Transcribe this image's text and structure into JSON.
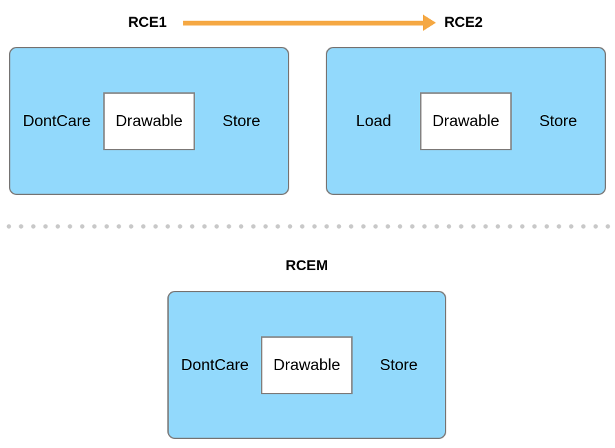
{
  "diagram": {
    "header": {
      "rce1_label": "RCE1",
      "rce2_label": "RCE2",
      "arrow_direction": "right"
    },
    "merged": {
      "title": "RCEM"
    },
    "encoders": [
      {
        "name": "RCE1",
        "load_action": "DontCare",
        "attachment": "Drawable",
        "store_action": "Store"
      },
      {
        "name": "RCE2",
        "load_action": "Load",
        "attachment": "Drawable",
        "store_action": "Store"
      },
      {
        "name": "RCEM",
        "load_action": "DontCare",
        "attachment": "Drawable",
        "store_action": "Store"
      }
    ],
    "colors": {
      "box_fill": "#92D9FC",
      "box_border": "#7E7E7E",
      "inner_fill": "#FFFFFF",
      "inner_border": "#848484",
      "arrow": "#F5A843",
      "divider_dots": "#C9C9C9",
      "text": "#000000"
    }
  }
}
